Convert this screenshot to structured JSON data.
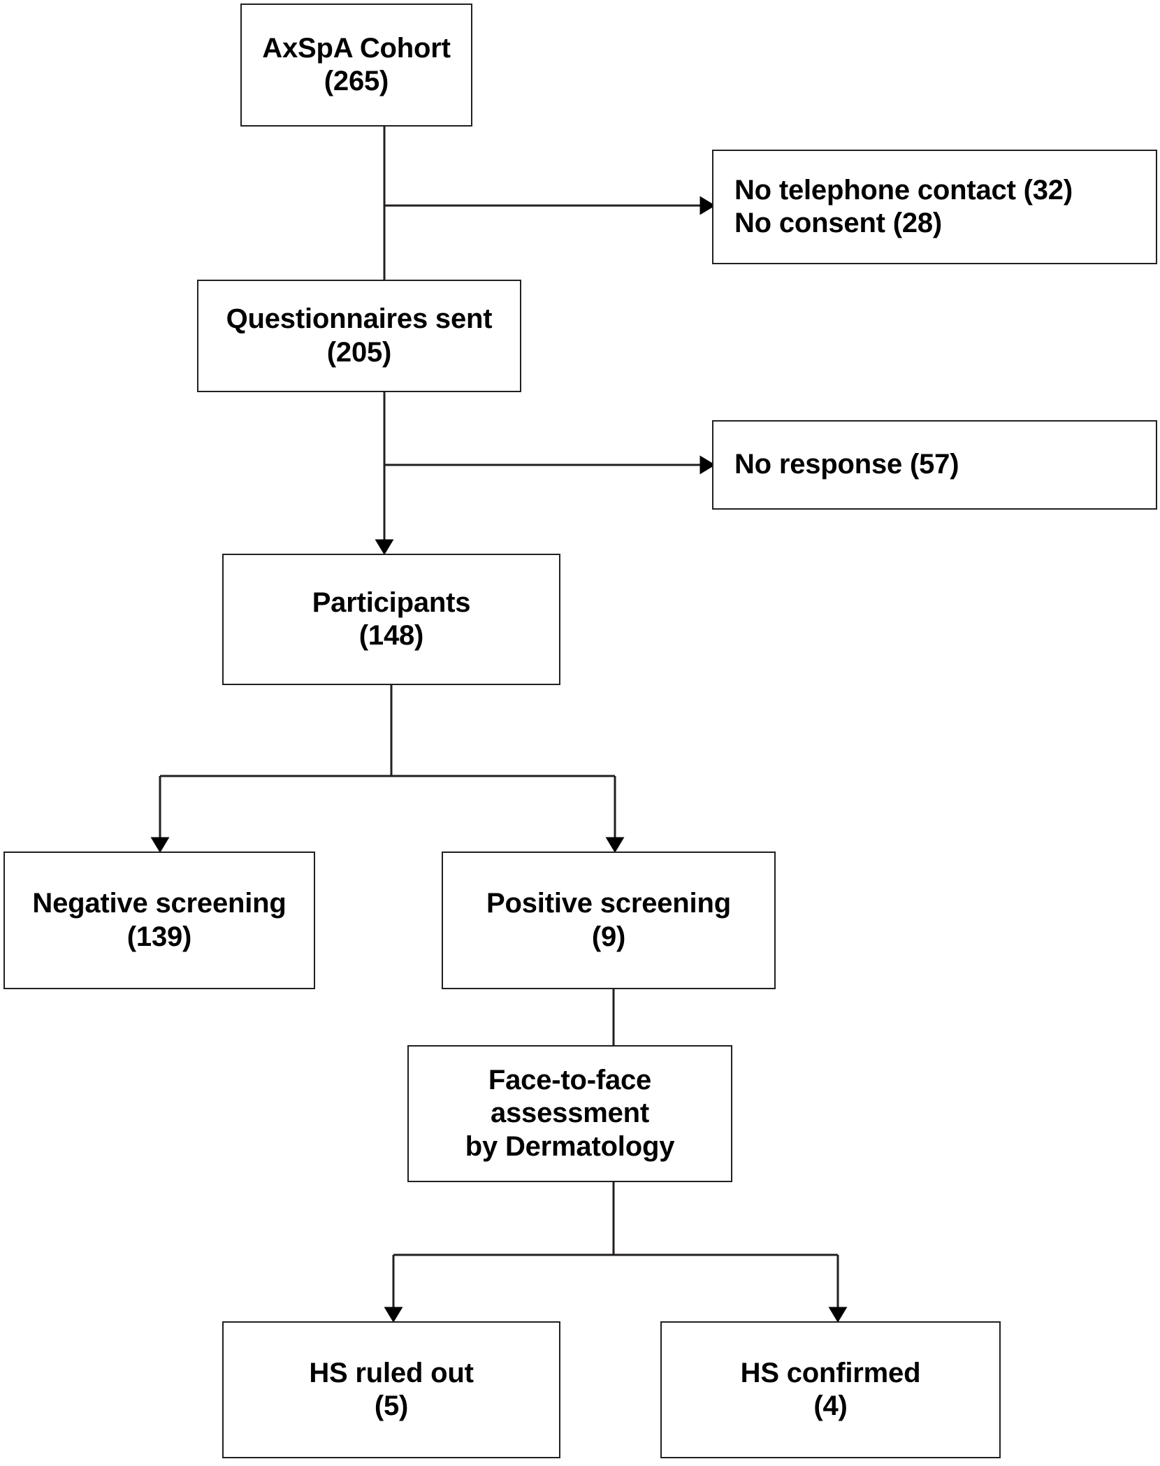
{
  "diagram": {
    "type": "flowchart",
    "title": "AxSpA cohort hidradenitis suppurativa screening flow",
    "stroke_color": "#231f20",
    "background_color": "#ffffff",
    "nodes": [
      {
        "id": "cohort",
        "label_line1": "AxSpA Cohort",
        "label_line2": "(265)",
        "count": 265,
        "align": "center"
      },
      {
        "id": "no_contact",
        "label_line1": "No telephone contact (32)",
        "label_line2": "No consent (28)",
        "counts": [
          32,
          28
        ],
        "align": "left"
      },
      {
        "id": "questionnaires_sent",
        "label_line1": "Questionnaires sent",
        "label_line2": "(205)",
        "count": 205,
        "align": "center"
      },
      {
        "id": "no_response",
        "label_line1": "No response (57)",
        "label_line2": "",
        "count": 57,
        "align": "left"
      },
      {
        "id": "participants",
        "label_line1": "Participants",
        "label_line2": "(148)",
        "count": 148,
        "align": "center"
      },
      {
        "id": "negative_screening",
        "label_line1": "Negative screening",
        "label_line2": "(139)",
        "count": 139,
        "align": "center"
      },
      {
        "id": "positive_screening",
        "label_line1": "Positive screening",
        "label_line2": "(9)",
        "count": 9,
        "align": "center"
      },
      {
        "id": "face_to_face",
        "label_line1": "Face-to-face assessment",
        "label_line2": "by Dermatology",
        "align": "center"
      },
      {
        "id": "hs_ruled_out",
        "label_line1": "HS ruled out",
        "label_line2": "(5)",
        "count": 5,
        "align": "center"
      },
      {
        "id": "hs_confirmed",
        "label_line1": "HS confirmed",
        "label_line2": "(4)",
        "count": 4,
        "align": "center"
      }
    ],
    "edges": [
      {
        "from": "cohort",
        "to": "no_contact",
        "kind": "side-arrow"
      },
      {
        "from": "cohort",
        "to": "questionnaires_sent",
        "kind": "plain"
      },
      {
        "from": "questionnaires_sent",
        "to": "no_response",
        "kind": "side-arrow"
      },
      {
        "from": "questionnaires_sent",
        "to": "participants",
        "kind": "arrow"
      },
      {
        "from": "participants",
        "to": "negative_screening",
        "kind": "split-arrow"
      },
      {
        "from": "participants",
        "to": "positive_screening",
        "kind": "split-arrow"
      },
      {
        "from": "positive_screening",
        "to": "face_to_face",
        "kind": "plain"
      },
      {
        "from": "face_to_face",
        "to": "hs_ruled_out",
        "kind": "split-arrow"
      },
      {
        "from": "face_to_face",
        "to": "hs_confirmed",
        "kind": "split-arrow"
      }
    ]
  }
}
